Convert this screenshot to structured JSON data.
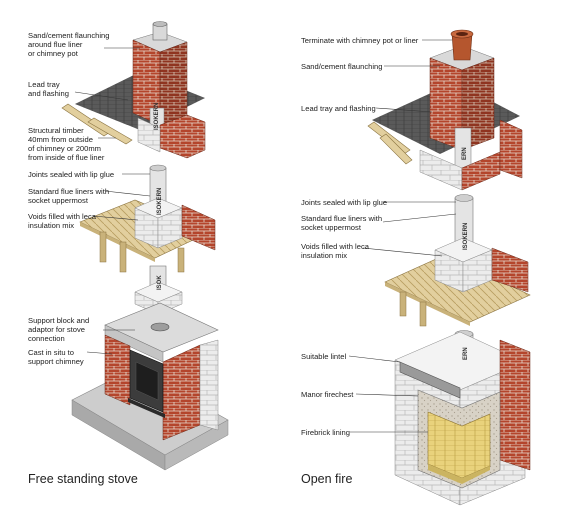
{
  "left": {
    "caption": "Free standing stove",
    "labels": [
      "Sand/cement flaunching\naround flue liner\nor chimney pot",
      "Lead tray\nand flashing",
      "Structural timber\n40mm from outside\nof chimney or 200mm\nfrom inside of flue liner",
      "Joints sealed with lip glue",
      "Standard flue liners with\nsocket uppermost",
      "Voids filled with leca\ninsulation mix",
      "Support block and\nadaptor for stove\nconnection",
      "Cast in situ to\nsupport chimney"
    ]
  },
  "right": {
    "caption": "Open fire",
    "labels": [
      "Terminate with chimney pot or liner",
      "Sand/cement flaunching",
      "Lead tray and flashing",
      "Joints sealed with lip glue",
      "Standard flue liners with\nsocket uppermost",
      "Voids filled with leca\ninsulation mix",
      "Suitable lintel",
      "Manor firechest",
      "Firebrick lining"
    ]
  },
  "brand_marks": [
    "ISOKERN",
    "ISOKERN",
    "ISOK",
    "ERN",
    "ISOKERN",
    "ERN"
  ],
  "colors": {
    "brick": "#b4452c",
    "mortar": "#e8ddd2",
    "liner": "#d9d9d9",
    "block": "#ececec",
    "timber": "#e2cf9e",
    "slate": "#555555",
    "pot": "#b5562e",
    "hearth": "#c9c9c9",
    "stove": "#333333",
    "firebrick": "#e9d27c"
  }
}
